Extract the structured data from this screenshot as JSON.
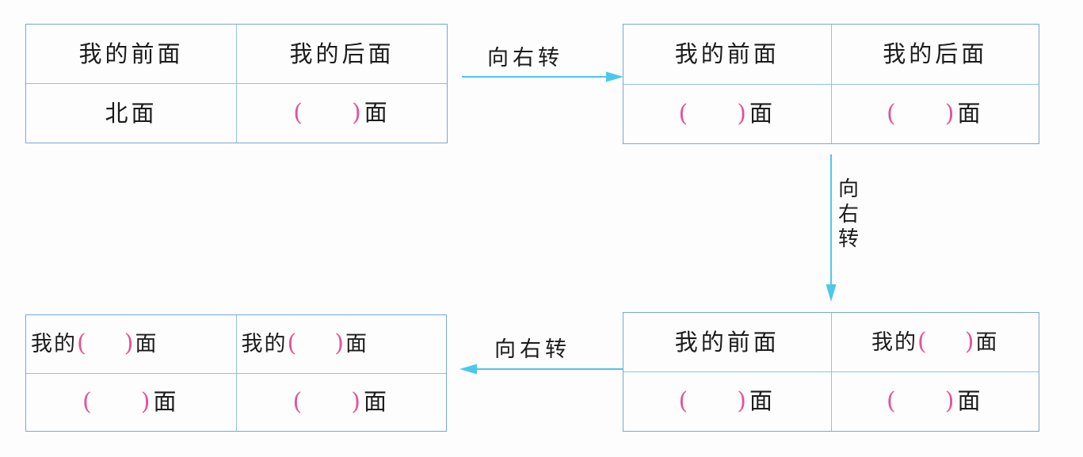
{
  "worksheet": {
    "paren_open": "(",
    "paren_close": ")",
    "face_suffix": "面",
    "my_prefix": "我的"
  },
  "colors": {
    "table_border": "#7aa7d4",
    "inner_rule": "#8fc3e8",
    "arrow": "#4cc8ea",
    "blank_paren": "#e2559a",
    "ink": "#1b1b1b",
    "background": "#fdfdfd"
  },
  "tables": [
    {
      "id": "table-top-left",
      "header": [
        "我的前面",
        "我的后面"
      ],
      "answers": [
        {
          "type": "filled",
          "text": "北面"
        },
        {
          "type": "blank",
          "prefix": "",
          "suffix": "面"
        }
      ]
    },
    {
      "id": "table-top-right",
      "header": [
        "我的前面",
        "我的后面"
      ],
      "answers": [
        {
          "type": "blank",
          "prefix": "",
          "suffix": "面"
        },
        {
          "type": "blank",
          "prefix": "",
          "suffix": "面"
        }
      ]
    },
    {
      "id": "table-bottom-right",
      "header_cells": [
        {
          "type": "filled",
          "text": "我的前面"
        },
        {
          "type": "blank",
          "prefix": "我的",
          "suffix": "面"
        }
      ],
      "answers": [
        {
          "type": "blank",
          "prefix": "",
          "suffix": "面"
        },
        {
          "type": "blank",
          "prefix": "",
          "suffix": "面"
        }
      ]
    },
    {
      "id": "table-bottom-left",
      "header_cells": [
        {
          "type": "blank",
          "prefix": "我的",
          "suffix": "面"
        },
        {
          "type": "blank",
          "prefix": "我的",
          "suffix": "面"
        }
      ],
      "answers": [
        {
          "type": "blank",
          "prefix": "",
          "suffix": "面"
        },
        {
          "type": "blank",
          "prefix": "",
          "suffix": "面"
        }
      ]
    }
  ],
  "arrows": [
    {
      "id": "arrow-top",
      "direction": "right",
      "label": "向右转"
    },
    {
      "id": "arrow-right",
      "direction": "down",
      "label": "向右转",
      "label_chars": [
        "向",
        "右",
        "转"
      ]
    },
    {
      "id": "arrow-bottom",
      "direction": "left",
      "label": "向右转"
    }
  ]
}
